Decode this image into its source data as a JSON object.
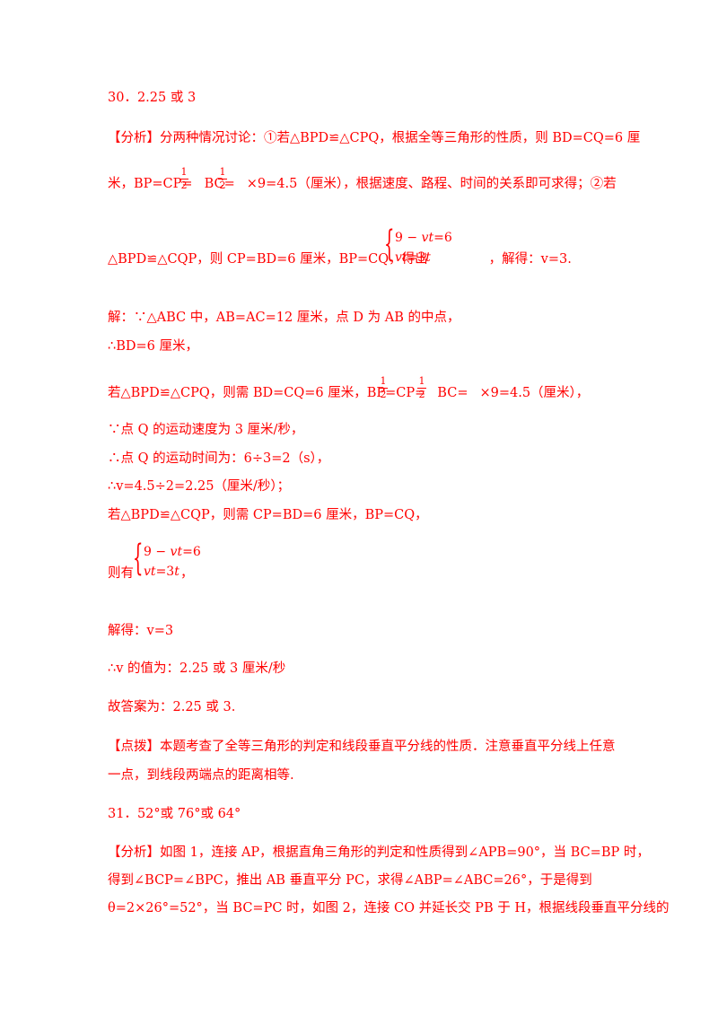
{
  "q30": {
    "header": "30．2.25 或 3",
    "analysis_l1": "【分析】分两种情况讨论：①若△BPD≌△CPQ，根据全等三角形的性质，则 BD=CQ=6 厘",
    "analysis_l2a": "米，BP=CP=",
    "analysis_l2b": "BC=",
    "analysis_l2c": "×9=4.5（厘米），根据速度、路程、时间的关系即可求得；②若",
    "analysis_l3a": "△BPD≌△CQP，则 CP=BD=6 厘米，BP=CQ，得出",
    "analysis_l3b": "，解得：v=3.",
    "sys1_row1": "9 − vt=6",
    "sys1_row2": "vt=3t",
    "frac_num": "1",
    "frac_den": "2",
    "sol_l1": "解：∵△ABC 中，AB=AC=12 厘米，点 D 为 AB 的中点，",
    "sol_l2": "∴BD=6 厘米，",
    "sol_l3a": "若△BPD≌△CPQ，则需 BD=CQ=6 厘米，BP=CP=",
    "sol_l3b": "BC=",
    "sol_l3c": "×9=4.5（厘米），",
    "sol_l4": "∵点 Q 的运动速度为 3 厘米/秒，",
    "sol_l5": "∴点 Q 的运动时间为：6÷3=2（s），",
    "sol_l6": "∴v=4.5÷2=2.25（厘米/秒）；",
    "sol_l7": "若△BPD≌△CQP，则需 CP=BD=6 厘米，BP=CQ，",
    "sol_l8a": "则有",
    "sol_l8b": "，",
    "sys2_row1": "9 − vt=6",
    "sys2_row2": "vt=3t",
    "sol_l9": "解得：v=3",
    "sol_l10": "∴v 的值为：2.25 或 3 厘米/秒",
    "sol_l11": "故答案为：2.25 或 3.",
    "tip_l1": "【点拨】本题考查了全等三角形的判定和线段垂直平分线的性质．注意垂直平分线上任意",
    "tip_l2": "一点，到线段两端点的距离相等."
  },
  "q31": {
    "header": "31．52°或 76°或 64°",
    "an_l1": "【分析】如图 1，连接 AP，根据直角三角形的判定和性质得到∠APB=90°，当 BC=BP 时，",
    "an_l2": "得到∠BCP=∠BPC，推出 AB 垂直平分 PC，求得∠ABP=∠ABC=26°，于是得到",
    "an_l3": "θ=2×26°=52°，当 BC=PC 时，如图 2，连接 CO 并延长交 PB 于 H，根据线段垂直平分线的"
  }
}
